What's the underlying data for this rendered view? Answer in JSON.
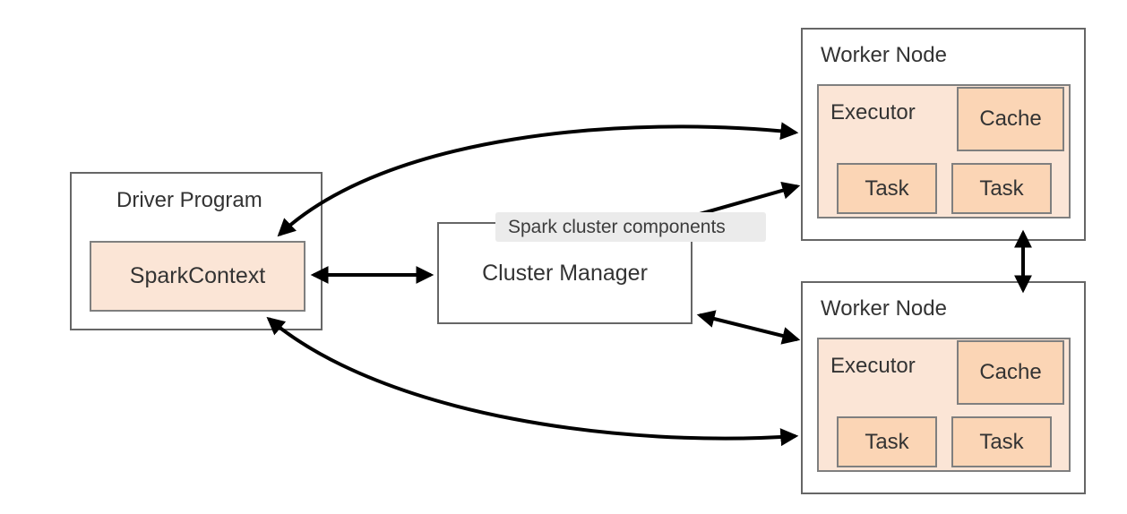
{
  "diagram": {
    "title": "Spark cluster components",
    "background_color": "#ffffff",
    "node_border_color": "#666666",
    "inner_border_color": "#7f7f7f",
    "fill_light": "#fbe5d6",
    "fill_dark": "#fbd5b5",
    "edge_color": "#000000",
    "tooltip_background": "#ebebeb"
  },
  "tooltip": {
    "text": "Spark cluster components"
  },
  "driver": {
    "title": "Driver Program",
    "spark_context": "SparkContext"
  },
  "cluster_manager": {
    "title": "Cluster Manager"
  },
  "workers": [
    {
      "title": "Worker Node",
      "executor": "Executor",
      "cache": "Cache",
      "tasks": [
        "Task",
        "Task"
      ]
    },
    {
      "title": "Worker Node",
      "executor": "Executor",
      "cache": "Cache",
      "tasks": [
        "Task",
        "Task"
      ]
    }
  ]
}
